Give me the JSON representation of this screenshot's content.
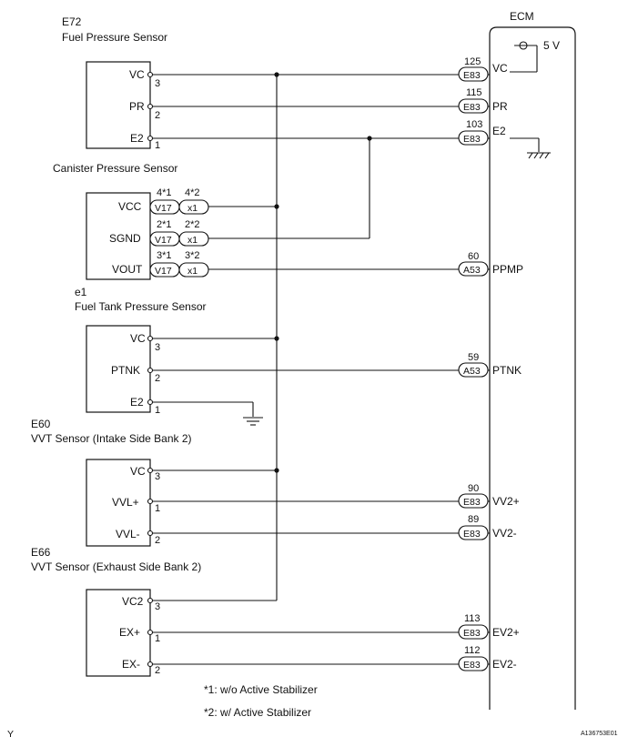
{
  "ecm": {
    "title": "ECM",
    "supply": "5 V"
  },
  "sensors": [
    {
      "code": "E72",
      "name": "Fuel Pressure Sensor",
      "pins": [
        {
          "label": "VC",
          "num": "3",
          "conn": "E83",
          "ecm_pin": "125",
          "ecm_label": "VC"
        },
        {
          "label": "PR",
          "num": "2",
          "conn": "E83",
          "ecm_pin": "115",
          "ecm_label": "PR"
        },
        {
          "label": "E2",
          "num": "1",
          "conn": "E83",
          "ecm_pin": "103",
          "ecm_label": "E2"
        }
      ]
    },
    {
      "code": "",
      "name": "Canister Pressure Sensor",
      "pins": [
        {
          "label": "VCC",
          "c1": "V17",
          "n1": "4*1",
          "c2": "x1",
          "n2": "4*2"
        },
        {
          "label": "SGND",
          "c1": "V17",
          "n1": "2*1",
          "c2": "x1",
          "n2": "2*2"
        },
        {
          "label": "VOUT",
          "c1": "V17",
          "n1": "3*1",
          "c2": "x1",
          "n2": "3*2",
          "conn": "A53",
          "ecm_pin": "60",
          "ecm_label": "PPMP"
        }
      ]
    },
    {
      "code": "e1",
      "name": "Fuel Tank Pressure Sensor",
      "pins": [
        {
          "label": "VC",
          "num": "3"
        },
        {
          "label": "PTNK",
          "num": "2",
          "conn": "A53",
          "ecm_pin": "59",
          "ecm_label": "PTNK"
        },
        {
          "label": "E2",
          "num": "1"
        }
      ]
    },
    {
      "code": "E60",
      "name": "VVT Sensor (Intake Side Bank 2)",
      "pins": [
        {
          "label": "VC",
          "num": "3"
        },
        {
          "label": "VVL+",
          "num": "1",
          "conn": "E83",
          "ecm_pin": "90",
          "ecm_label": "VV2+"
        },
        {
          "label": "VVL-",
          "num": "2",
          "conn": "E83",
          "ecm_pin": "89",
          "ecm_label": "VV2-"
        }
      ]
    },
    {
      "code": "E66",
      "name": "VVT Sensor (Exhaust Side Bank 2)",
      "pins": [
        {
          "label": "VC2",
          "num": "3"
        },
        {
          "label": "EX+",
          "num": "1",
          "conn": "E83",
          "ecm_pin": "113",
          "ecm_label": "EV2+"
        },
        {
          "label": "EX-",
          "num": "2",
          "conn": "E83",
          "ecm_pin": "112",
          "ecm_label": "EV2-"
        }
      ]
    }
  ],
  "notes": [
    "*1: w/o Active Stabilizer",
    "*2: w/ Active Stabilizer"
  ],
  "footer": {
    "left": "Y",
    "right": "A136753E01"
  }
}
